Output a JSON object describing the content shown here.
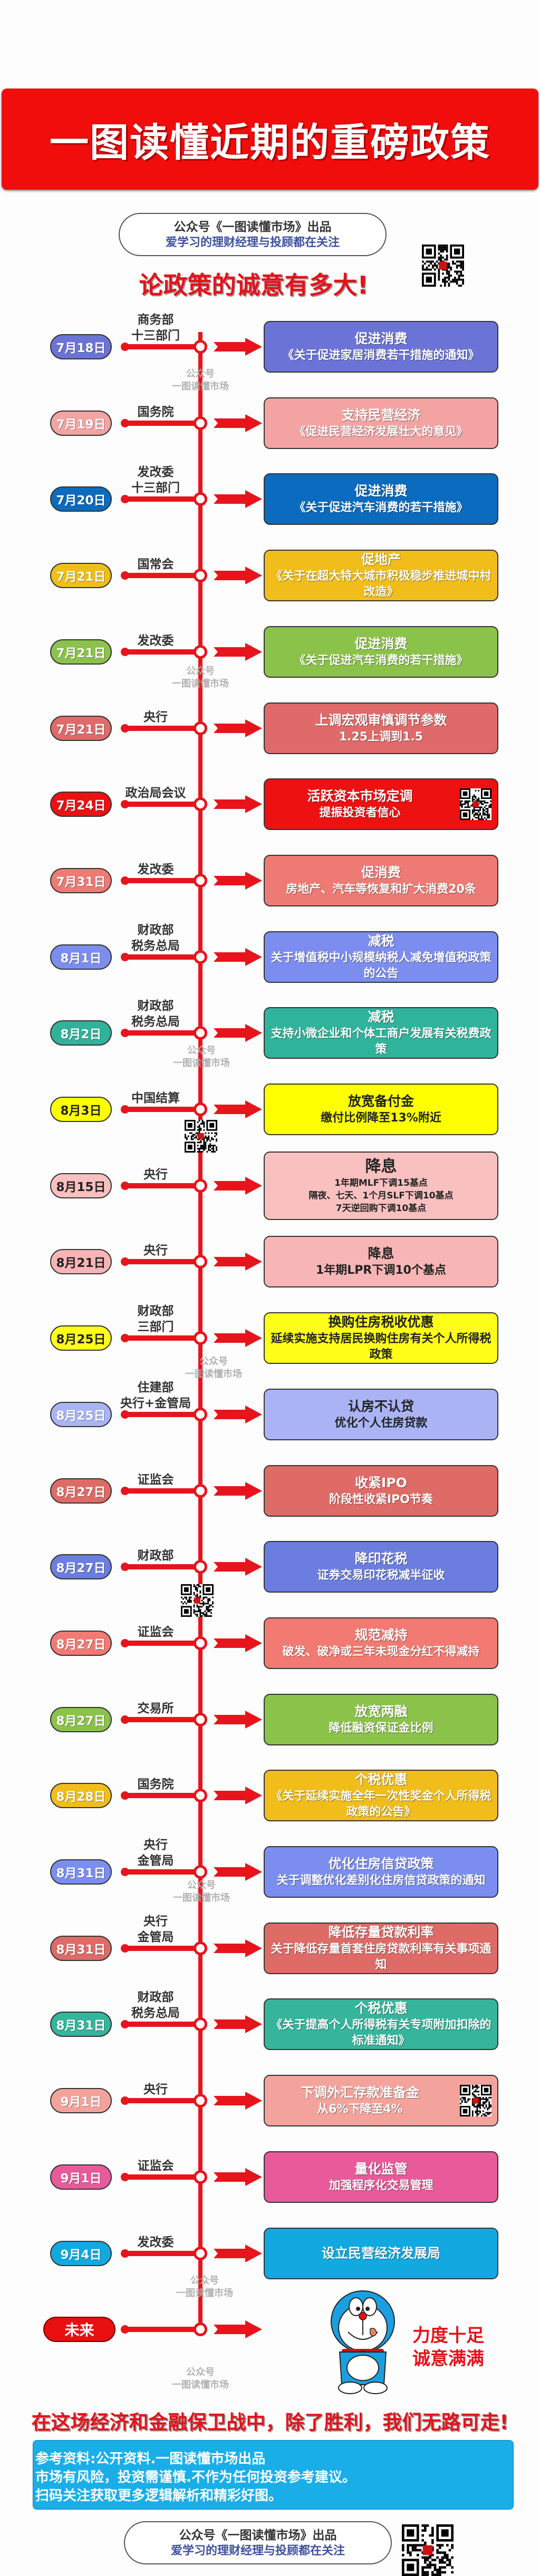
{
  "header": {
    "title": "一图读懂近期的重磅政策",
    "brand_line1": "公众号《一图读懂市场》出品",
    "brand_line2": "爱学习的理财经理与投顾都在关注",
    "slogan": "论政策的诚意有多大!"
  },
  "watermark": {
    "line1": "公众号",
    "line2": "一图读懂市场"
  },
  "colors": {
    "accent": "#e8141c",
    "title_bg": "#f20d0d",
    "ref_bg": "#1aaee8"
  },
  "timeline": [
    {
      "date": "7月18日",
      "dept": [
        "商务部",
        "十三部门"
      ],
      "title": "促进消费",
      "lines": [
        "《关于促进家居消费若干措施的通知》"
      ],
      "color": "#6b74d6"
    },
    {
      "date": "7月19日",
      "dept": [
        "国务院"
      ],
      "title": "支持民营经济",
      "lines": [
        "《促进民营经济发展壮大的意见》"
      ],
      "color": "#f4a3a3"
    },
    {
      "date": "7月20日",
      "dept": [
        "发改委",
        "十三部门"
      ],
      "title": "促进消费",
      "lines": [
        "《关于促进汽车消费的若干措施》"
      ],
      "color": "#0a6bbf"
    },
    {
      "date": "7月21日",
      "dept": [
        "国常会"
      ],
      "title": "促地产",
      "lines": [
        "《关于在超大特大城市积极稳步推进城中村改造》"
      ],
      "color": "#f0bd1a"
    },
    {
      "date": "7月21日",
      "dept": [
        "发改委"
      ],
      "title": "促进消费",
      "lines": [
        "《关于促进汽车消费的若干措施》"
      ],
      "color": "#8bc34a"
    },
    {
      "date": "7月21日",
      "dept": [
        "央行"
      ],
      "title": "上调宏观审慎调节参数",
      "lines": [
        "1.25上调到1.5"
      ],
      "color": "#e06a6a"
    },
    {
      "date": "7月24日",
      "dept": [
        "政治局会议"
      ],
      "title": "活跃资本市场定调",
      "lines": [
        "提振投资者信心"
      ],
      "color": "#ee1111",
      "qr": true
    },
    {
      "date": "7月31日",
      "dept": [
        "发改委"
      ],
      "title": "促消费",
      "lines": [
        "房地产、汽车等恢复和扩大消费20条"
      ],
      "color": "#ee7a74"
    },
    {
      "date": "8月1日",
      "dept": [
        "财政部",
        "税务总局"
      ],
      "title": "减税",
      "lines": [
        "关于增值税中小规模纳税人减免增值税政策的公告"
      ],
      "color": "#7b8ef0"
    },
    {
      "date": "8月2日",
      "dept": [
        "财政部",
        "税务总局"
      ],
      "title": "减税",
      "lines": [
        "支持小微企业和个体工商户发展有关税费政策"
      ],
      "color": "#30b39b"
    },
    {
      "date": "8月3日",
      "dept": [
        "中国结算"
      ],
      "title": "放宽备付金",
      "lines": [
        "缴付比例降至13%附近"
      ],
      "color": "#ffff00",
      "dark": true
    },
    {
      "date": "8月15日",
      "dept": [
        "央行"
      ],
      "title": "降息",
      "lines": [
        "1年期MLF下调15基点",
        "隔夜、七天、1个月SLF下调10基点",
        "7天逆回购下调10基点"
      ],
      "color": "#f9c0c0",
      "dark": true,
      "small": true
    },
    {
      "date": "8月21日",
      "dept": [
        "央行"
      ],
      "title": "降息",
      "lines": [
        "1年期LPR下调10个基点"
      ],
      "color": "#f7b5b5",
      "dark": true
    },
    {
      "date": "8月25日",
      "dept": [
        "财政部",
        "三部门"
      ],
      "title": "换购住房税收优惠",
      "lines": [
        "延续实施支持居民换购住房有关个人所得税政策"
      ],
      "color": "#ffff1a",
      "dark": true
    },
    {
      "date": "8月25日",
      "dept": [
        "住建部",
        "央行+金管局"
      ],
      "title": "认房不认贷",
      "lines": [
        "优化个人住房贷款"
      ],
      "color": "#aab4f5",
      "dark": true,
      "date_light": true
    },
    {
      "date": "8月27日",
      "dept": [
        "证监会"
      ],
      "title": "收紧IPO",
      "lines": [
        "阶段性收紧IPO节奏"
      ],
      "color": "#df6b66"
    },
    {
      "date": "8月27日",
      "dept": [
        "财政部"
      ],
      "title": "降印花税",
      "lines": [
        "证券交易印花税减半征收"
      ],
      "color": "#6b7ee0"
    },
    {
      "date": "8月27日",
      "dept": [
        "证监会"
      ],
      "title": "规范减持",
      "lines": [
        "破发、破净或三年未现金分红不得减持"
      ],
      "color": "#f27a72"
    },
    {
      "date": "8月27日",
      "dept": [
        "交易所"
      ],
      "title": "放宽两融",
      "lines": [
        "降低融资保证金比例"
      ],
      "color": "#8bc34a"
    },
    {
      "date": "8月28日",
      "dept": [
        "国务院"
      ],
      "title": "个税优惠",
      "lines": [
        "《关于延续实施全年一次性奖金个人所得税政策的公告》"
      ],
      "color": "#f0bd1a"
    },
    {
      "date": "8月31日",
      "dept": [
        "央行",
        "金管局"
      ],
      "title": "优化住房信贷政策",
      "lines": [
        "关于调整优化差别化住房信贷政策的通知"
      ],
      "color": "#7b8ef0"
    },
    {
      "date": "8月31日",
      "dept": [
        "央行",
        "金管局"
      ],
      "title": "降低存量贷款利率",
      "lines": [
        "关于降低存量首套住房贷款利率有关事项通知"
      ],
      "color": "#df6b66"
    },
    {
      "date": "8月31日",
      "dept": [
        "财政部",
        "税务总局"
      ],
      "title": "个税优惠",
      "lines": [
        "《关于提高个人所得税有关专项附加扣除的标准通知》"
      ],
      "color": "#35b59b"
    },
    {
      "date": "9月1日",
      "dept": [
        "央行"
      ],
      "title": "下调外汇存款准备金",
      "lines": [
        "从6%下降至4%"
      ],
      "color": "#f4a39c",
      "qr": true
    },
    {
      "date": "9月1日",
      "dept": [
        "证监会"
      ],
      "title": "量化监管",
      "lines": [
        "加强程序化交易管理"
      ],
      "color": "#e85a9a"
    },
    {
      "date": "9月4日",
      "dept": [
        "发改委"
      ],
      "title": "设立民营经济发展局",
      "lines": [],
      "color": "#12a9e0"
    }
  ],
  "future": {
    "label": "未来",
    "power_line1": "力度十足",
    "power_line2": "诚意满满"
  },
  "footer": {
    "slogan": "在这场经济和金融保卫战中，除了胜利，我们无路可走!",
    "ref_lines": [
      "参考资料:公开资料.一图读懂市场出品",
      "市场有风险，投资需谨慎.不作为任何投资参考建议。",
      "扫码关注获取更多逻辑解析和精彩好图。"
    ],
    "brand_line1": "公众号《一图读懂市场》出品",
    "brand_line2": "爱学习的理财经理与投顾都在关注"
  }
}
